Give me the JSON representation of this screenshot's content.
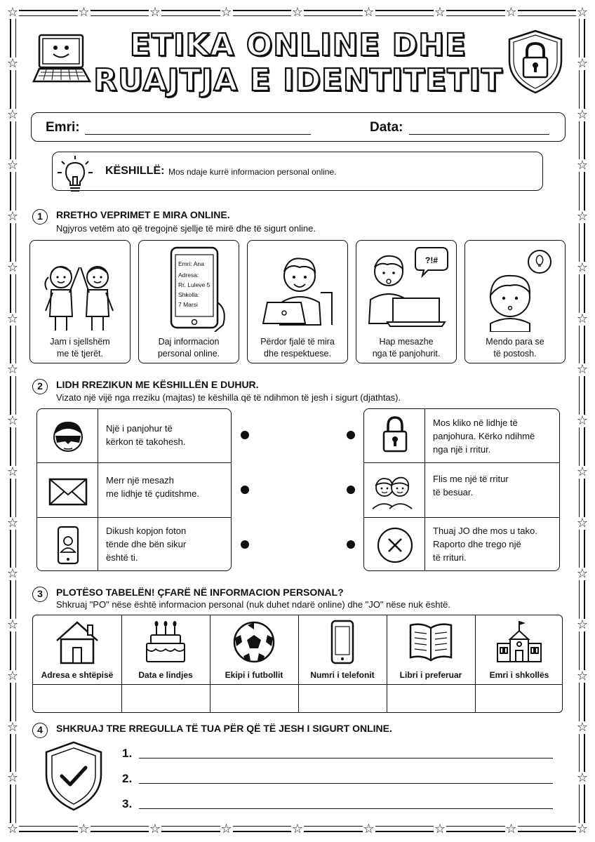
{
  "header": {
    "title_line1": "ETIKA ONLINE DHE",
    "title_line2": "RUAJTJA E IDENTITETIT"
  },
  "form": {
    "name_label": "Emri:",
    "date_label": "Data:"
  },
  "tip": {
    "label": "KËSHILLË:",
    "text": "Mos ndaje kurrë informacion personal online."
  },
  "section1": {
    "number": "1",
    "title": "RRETHO VEPRIMET E MIRA ONLINE.",
    "subtitle": "Ngjyros vetëm ato që tregojnë sjellje të mirë dhe të sigurt online.",
    "cards": [
      {
        "line1": "Jam i sjellshëm",
        "line2": "me të tjerët."
      },
      {
        "line1": "Daj informacion",
        "line2": "personal online."
      },
      {
        "line1": "Përdor fjalë të mira",
        "line2": "dhe respektuese."
      },
      {
        "line1": "Hap mesazhe",
        "line2": "nga të panjohurit."
      },
      {
        "line1": "Mendo para se",
        "line2": "të postosh."
      }
    ],
    "phone_screen": [
      "Emri: Ana",
      "Adresa:",
      "Rr. Luleve 5",
      "Shkolla:",
      "7 Marsi"
    ],
    "speech": "?!#"
  },
  "section2": {
    "number": "2",
    "title": "LIDH RREZIKUN ME KËSHILLËN E DUHUR.",
    "subtitle": "Vizato një vijë nga rreziku (majtas) te këshilla që të ndihmon të jesh i sigurt (djathtas).",
    "risks": [
      {
        "line1": "Një i panjohur të",
        "line2": "kërkon të takohesh.",
        "line3": ""
      },
      {
        "line1": "Merr një mesazh",
        "line2": "me lidhje të çuditshme.",
        "line3": ""
      },
      {
        "line1": "Dikush kopjon foton",
        "line2": "tënde dhe bën sikur",
        "line3": "është ti."
      }
    ],
    "advice": [
      {
        "line1": "Mos kliko në lidhje të",
        "line2": "panjohura. Kërko ndihmë",
        "line3": "nga një i rritur."
      },
      {
        "line1": "Flis me një të rritur",
        "line2": "të besuar.",
        "line3": ""
      },
      {
        "line1": "Thuaj JO dhe mos u tako.",
        "line2": "Raporto dhe trego një",
        "line3": "të rrituri."
      }
    ]
  },
  "section3": {
    "number": "3",
    "title": "PLOTËSO TABELËN! ÇFARË NË INFORMACION PERSONAL?",
    "subtitle": "Shkruaj \"PO\" nëse është informacion personal (nuk duhet ndarë online) dhe \"JO\" nëse nuk është.",
    "items": [
      "Adresa e shtëpisë",
      "Data e lindjes",
      "Ekipi i futbollit",
      "Numri i telefonit",
      "Libri i preferuar",
      "Emri i shkollës"
    ]
  },
  "section4": {
    "number": "4",
    "title": "SHKRUAJ TRE RREGULLA TË TUA PËR QË TË JESH I SIGURT ONLINE.",
    "rules": [
      "1.",
      "2.",
      "3."
    ]
  }
}
